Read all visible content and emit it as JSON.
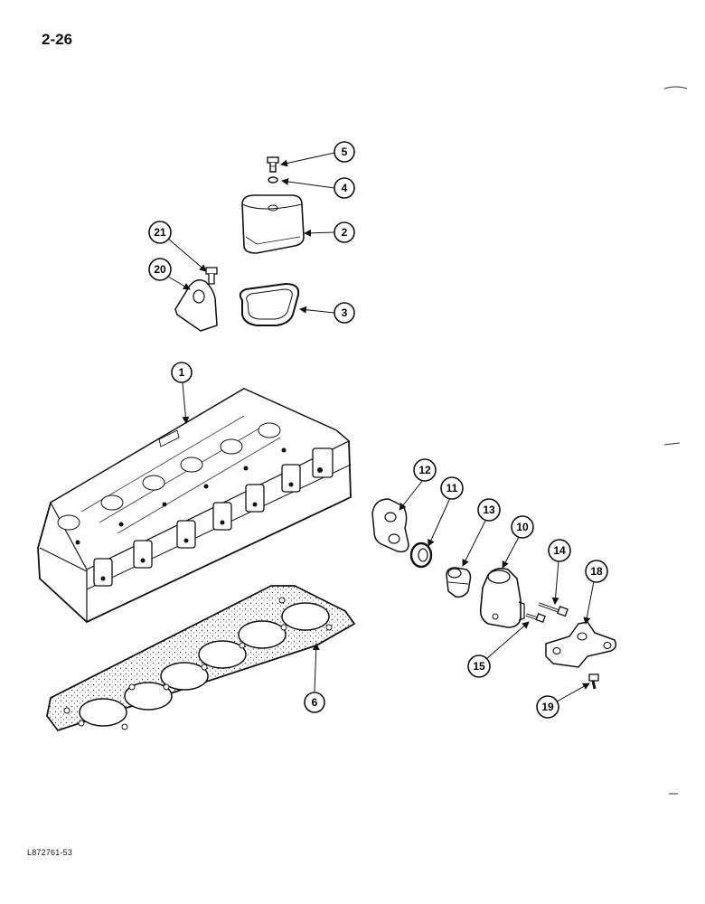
{
  "page": {
    "number": "2-26",
    "figure_code": "L872761-53"
  },
  "parts": [
    {
      "id": "part-1",
      "name": "cylinder-head",
      "callout": "1"
    },
    {
      "id": "part-2",
      "name": "cover",
      "callout": "2"
    },
    {
      "id": "part-3",
      "name": "cover-gasket",
      "callout": "3"
    },
    {
      "id": "part-4",
      "name": "o-ring",
      "callout": "4"
    },
    {
      "id": "part-5",
      "name": "cover-bolt",
      "callout": "5"
    },
    {
      "id": "part-6",
      "name": "head-gasket",
      "callout": "6"
    },
    {
      "id": "part-10",
      "name": "thermostat-housing",
      "callout": "10"
    },
    {
      "id": "part-11",
      "name": "seal",
      "callout": "11"
    },
    {
      "id": "part-12",
      "name": "housing-gasket",
      "callout": "12"
    },
    {
      "id": "part-13",
      "name": "thermostat",
      "callout": "13"
    },
    {
      "id": "part-14",
      "name": "long-bolt",
      "callout": "14"
    },
    {
      "id": "part-15",
      "name": "short-bolt",
      "callout": "15"
    },
    {
      "id": "part-18",
      "name": "lifting-bracket",
      "callout": "18"
    },
    {
      "id": "part-19",
      "name": "bracket-bolt",
      "callout": "19"
    },
    {
      "id": "part-20",
      "name": "lifting-eye",
      "callout": "20"
    },
    {
      "id": "part-21",
      "name": "eye-bolt",
      "callout": "21"
    }
  ]
}
